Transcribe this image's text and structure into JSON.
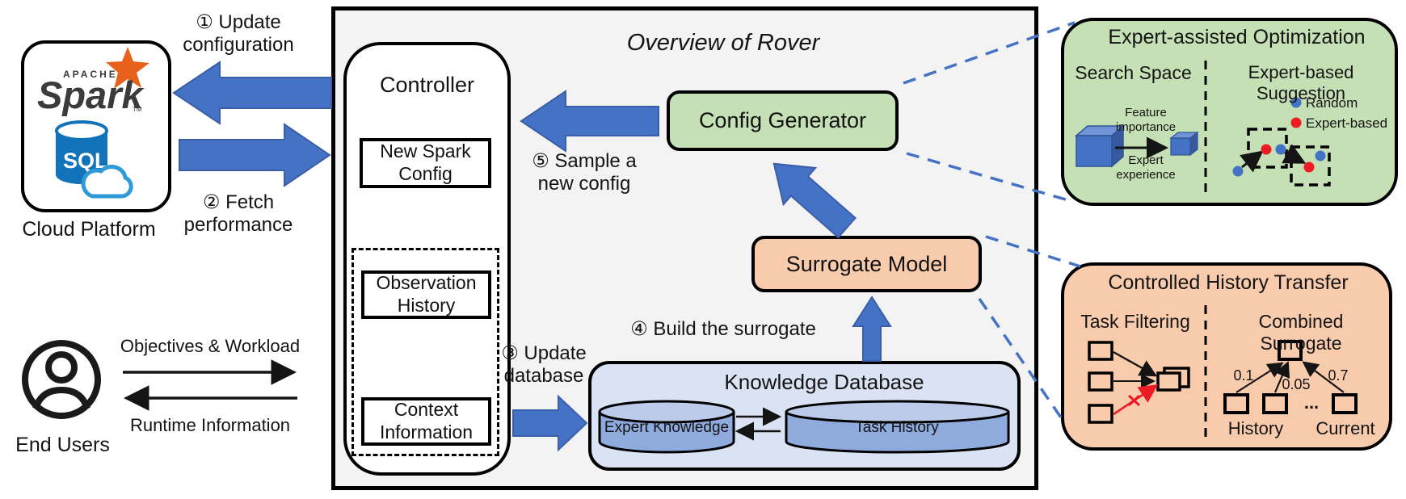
{
  "colors": {
    "accent_blue": "#4472c4",
    "green_panel": "#c5e0b4",
    "orange_panel": "#f8cbad",
    "knowledge_panel": "#dae3f3",
    "cylinder_body": "#8faadc",
    "main_background": "#f3f3f3",
    "red": "#ed1c24",
    "spark_orange": "#e8611c",
    "sql_blue": "#1272ba"
  },
  "cloud_platform": {
    "label": "Cloud Platform",
    "spark_logo": {
      "apache": "APACHE",
      "name": "Spark",
      "tm": "TM"
    },
    "sql_label": "SQL"
  },
  "end_users": {
    "label": "End Users",
    "to_system": "Objectives & Workload",
    "from_system": "Runtime Information"
  },
  "steps": {
    "step1": "① Update\nconfiguration",
    "step2": "② Fetch\nperformance",
    "step3": "③ Update\ndatabase",
    "step4": "④ Build the surrogate",
    "step5": "⑤ Sample a\nnew config"
  },
  "overview": {
    "title": "Overview of Rover",
    "controller": {
      "title": "Controller",
      "new_spark_config": "New Spark\nConfig",
      "observation_history": "Observation\nHistory",
      "context_information": "Context\nInformation"
    },
    "config_generator": "Config Generator",
    "surrogate_model": "Surrogate Model",
    "knowledge_database": {
      "title": "Knowledge Database",
      "expert_knowledge": "Expert Knowledge",
      "task_history": "Task History"
    }
  },
  "expert_panel": {
    "title": "Expert-assisted Optimization",
    "search_space": {
      "title": "Search Space",
      "arrow_label_top": "Feature\nimportance",
      "arrow_label_bottom": "Expert\nexperience"
    },
    "suggestion": {
      "title": "Expert-based Suggestion",
      "legend": [
        {
          "label": "Random",
          "color": "#4472c4"
        },
        {
          "label": "Expert-based",
          "color": "#ed1c24"
        }
      ]
    }
  },
  "history_panel": {
    "title": "Controlled History Transfer",
    "task_filtering": {
      "title": "Task Filtering"
    },
    "combined_surrogate": {
      "title": "Combined Surrogate",
      "weights": [
        "0.1",
        "0.05",
        "0.7"
      ],
      "ellipsis": "...",
      "left_label": "History",
      "right_label": "Current"
    }
  }
}
